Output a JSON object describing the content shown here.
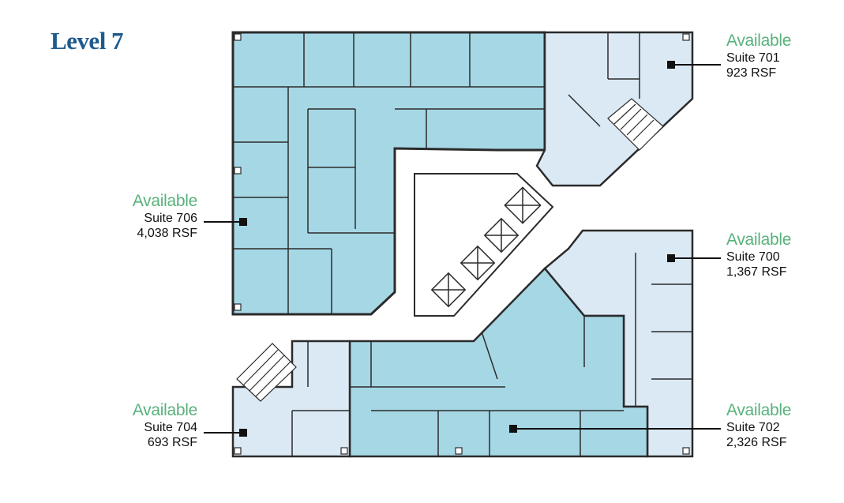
{
  "title": "Level 7",
  "suites": [
    {
      "id": "701",
      "status": "Available",
      "suite": "Suite 701",
      "rsf": "923 RSF",
      "fill": "#dbe9f5"
    },
    {
      "id": "706",
      "status": "Available",
      "suite": "Suite 706",
      "rsf": "4,038 RSF",
      "fill": "#a6d7e5"
    },
    {
      "id": "700",
      "status": "Available",
      "suite": "Suite 700",
      "rsf": "1,367 RSF",
      "fill": "#dbe9f5"
    },
    {
      "id": "704",
      "status": "Available",
      "suite": "Suite 704",
      "rsf": "693 RSF",
      "fill": "#dbe9f5"
    },
    {
      "id": "702",
      "status": "Available",
      "suite": "Suite 702",
      "rsf": "2,326 RSF",
      "fill": "#a6d7e5"
    }
  ],
  "colors": {
    "available": "#58b27c",
    "title": "#1f5b8f",
    "wall": "#2b2b2b"
  }
}
